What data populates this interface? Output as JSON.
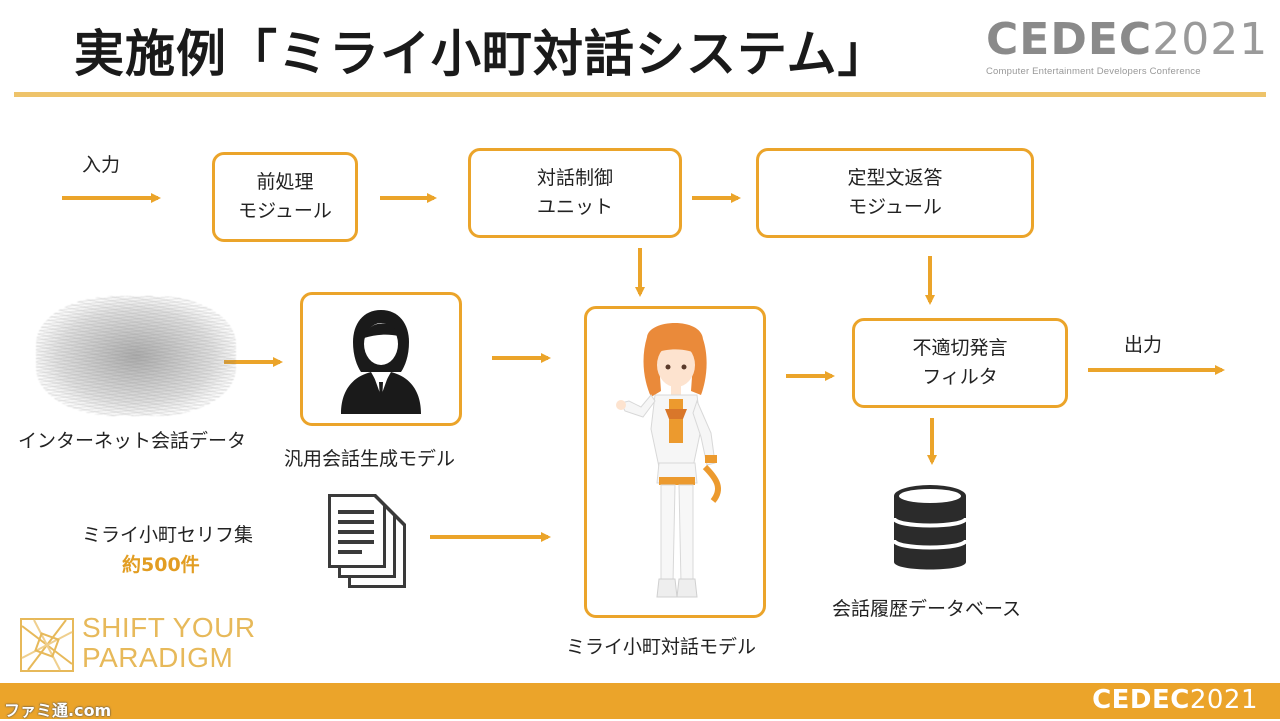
{
  "title": "実施例「ミライ小町対話システム」",
  "logo": {
    "main": "CEDEC",
    "year": "2021",
    "subtitle": "Computer Entertainment Developers Conference"
  },
  "labels": {
    "input": "入力",
    "output": "出力",
    "internet_data": "インターネット会話データ",
    "general_model": "汎用会話生成モデル",
    "serif_collection": "ミライ小町セリフ集",
    "serif_count": "約500件",
    "miraikomachi_model": "ミライ小町対話モデル",
    "history_db": "会話履歴データベース"
  },
  "boxes": {
    "preprocess": {
      "line1": "前処理",
      "line2": "モジュール"
    },
    "dialog_control": {
      "line1": "対話制御",
      "line2": "ユニット"
    },
    "template_response": {
      "line1": "定型文返答",
      "line2": "モジュール"
    },
    "filter": {
      "line1": "不適切発言",
      "line2": "フィルタ"
    }
  },
  "branding": {
    "shift_line1": "SHIFT YOUR",
    "shift_line2": "PARADIGM",
    "footer_main": "CEDEC",
    "footer_year": "2021",
    "watermark": "ファミ通.com"
  },
  "icons": {
    "person": "business-person-icon",
    "documents": "document-stack-icon",
    "database": "database-icon",
    "character": "character-figure"
  },
  "colors": {
    "accent": "#eba42a",
    "rule": "#eec36a",
    "text": "#222222"
  }
}
